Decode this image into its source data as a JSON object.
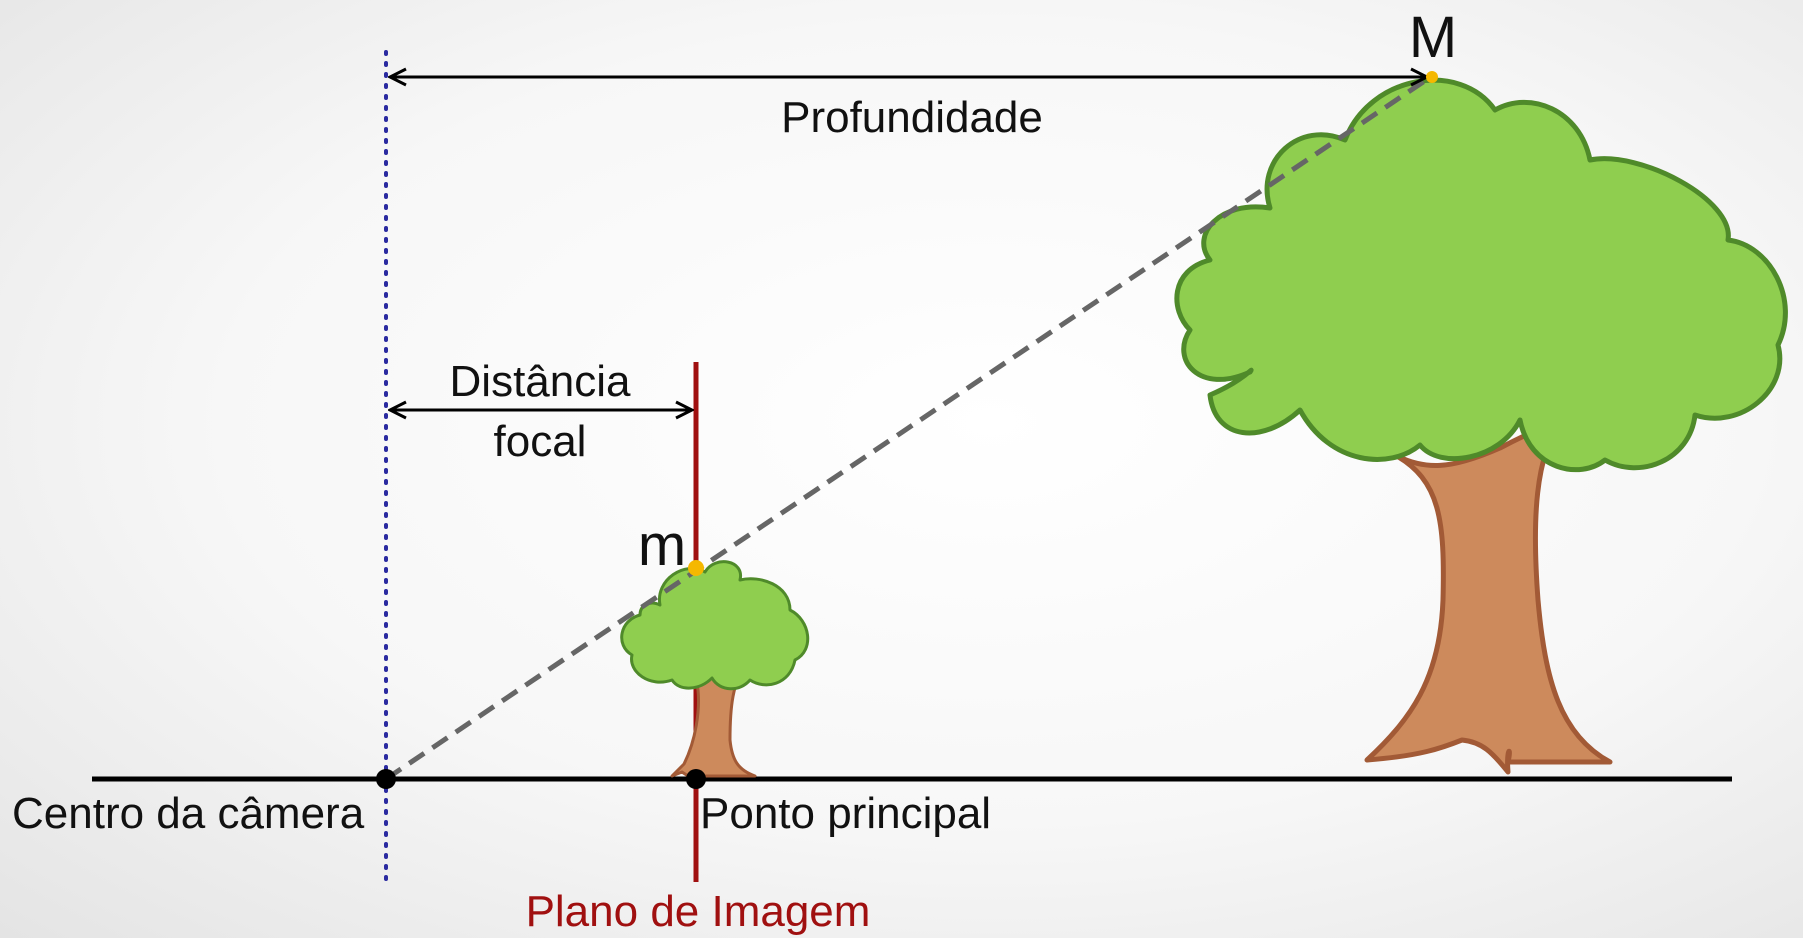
{
  "labels": {
    "profundidade": "Profundidade",
    "distancia_line1": "Distância",
    "distancia_line2": "focal",
    "point_M": "M",
    "point_m": "m",
    "centro": "Centro da câmera",
    "ponto_principal": "Ponto principal",
    "plano": "Plano de Imagem"
  },
  "colors": {
    "optical_axis": "#000000",
    "image_plane": "#a01010",
    "camera_plane_dots": "#2a2aa0",
    "projection_ray": "#666666",
    "point_marker": "#f5b800",
    "foliage": "#8fce4f",
    "foliage_outline": "#4f8a2a",
    "trunk": "#cd8a5c",
    "trunk_outline": "#a25a36"
  },
  "icons": [
    "arrow-left-icon",
    "arrow-right-icon",
    "tree-icon"
  ]
}
